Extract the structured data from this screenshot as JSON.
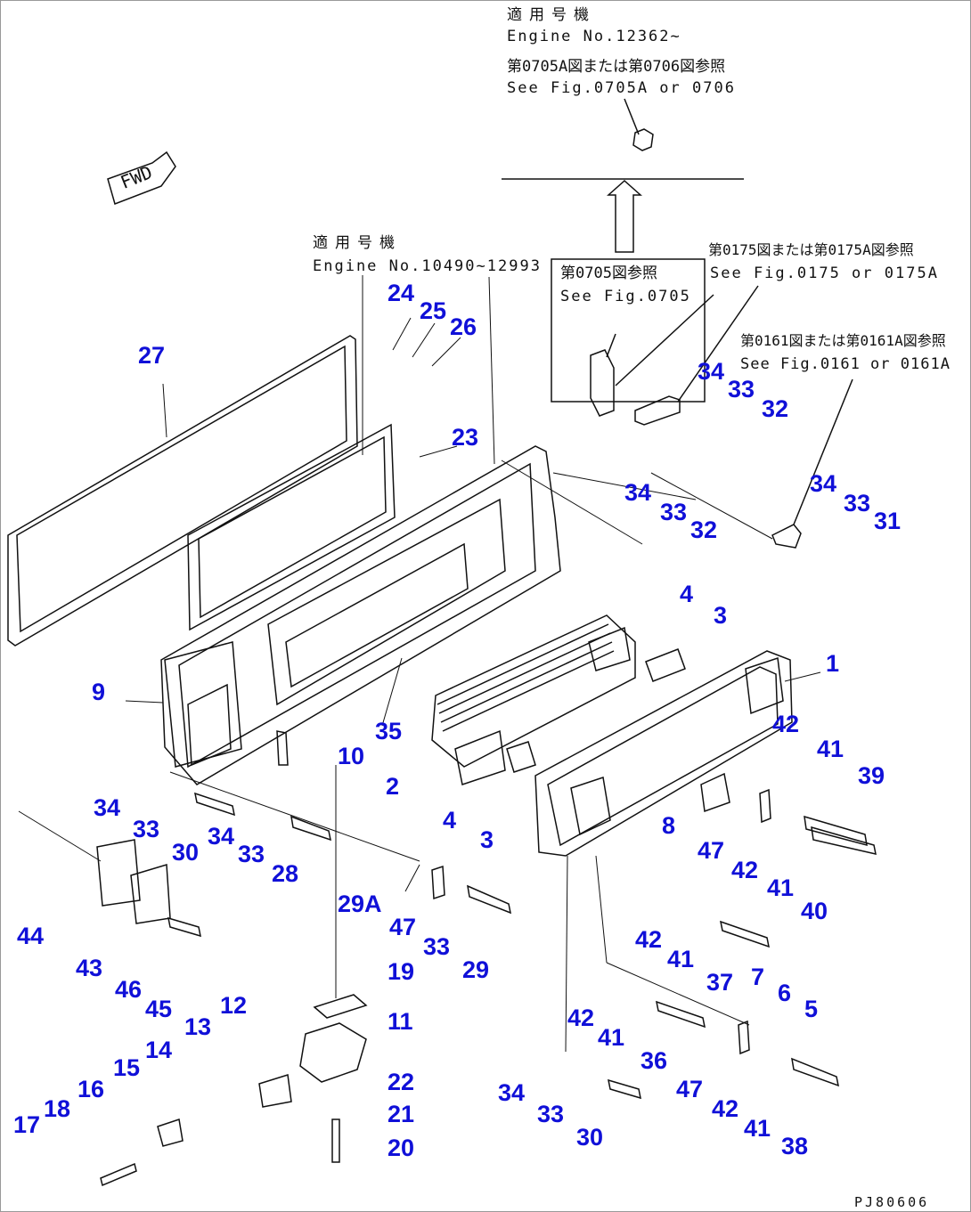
{
  "notes": {
    "applicable_a": "適用号機",
    "engine_a": "Engine No.12362~",
    "ref_a_jp": "第0705A図または第0706図参照",
    "ref_a_en": "See Fig.0705A or 0706",
    "applicable_b": "適用号機",
    "engine_b": "Engine No.10490~12993",
    "ref_b_jp": "第0705図参照",
    "ref_b_en": "See Fig.0705",
    "ref_c_jp": "第0175図または第0175A図参照",
    "ref_c_en": "See Fig.0175 or 0175A",
    "ref_d_jp": "第0161図または第0161A図参照",
    "ref_d_en": "See Fig.0161 or 0161A",
    "fwd": "FWD",
    "drawing_code": "PJ80606"
  },
  "callouts": [
    "27",
    "24",
    "25",
    "26",
    "23",
    "34",
    "33",
    "32",
    "34",
    "33",
    "32",
    "34",
    "33",
    "31",
    "4",
    "3",
    "1",
    "9",
    "35",
    "10",
    "2",
    "42",
    "41",
    "39",
    "4",
    "3",
    "8",
    "47",
    "42",
    "41",
    "40",
    "34",
    "33",
    "30",
    "34",
    "33",
    "28",
    "29A",
    "47",
    "33",
    "29",
    "44",
    "43",
    "46",
    "45",
    "42",
    "41",
    "37",
    "7",
    "6",
    "5",
    "12",
    "13",
    "14",
    "15",
    "16",
    "17",
    "18",
    "19",
    "11",
    "22",
    "21",
    "20",
    "42",
    "41",
    "36",
    "47",
    "42",
    "41",
    "38",
    "34",
    "33",
    "30"
  ],
  "colors": {
    "callout": "#1010d8",
    "line": "#111111"
  }
}
